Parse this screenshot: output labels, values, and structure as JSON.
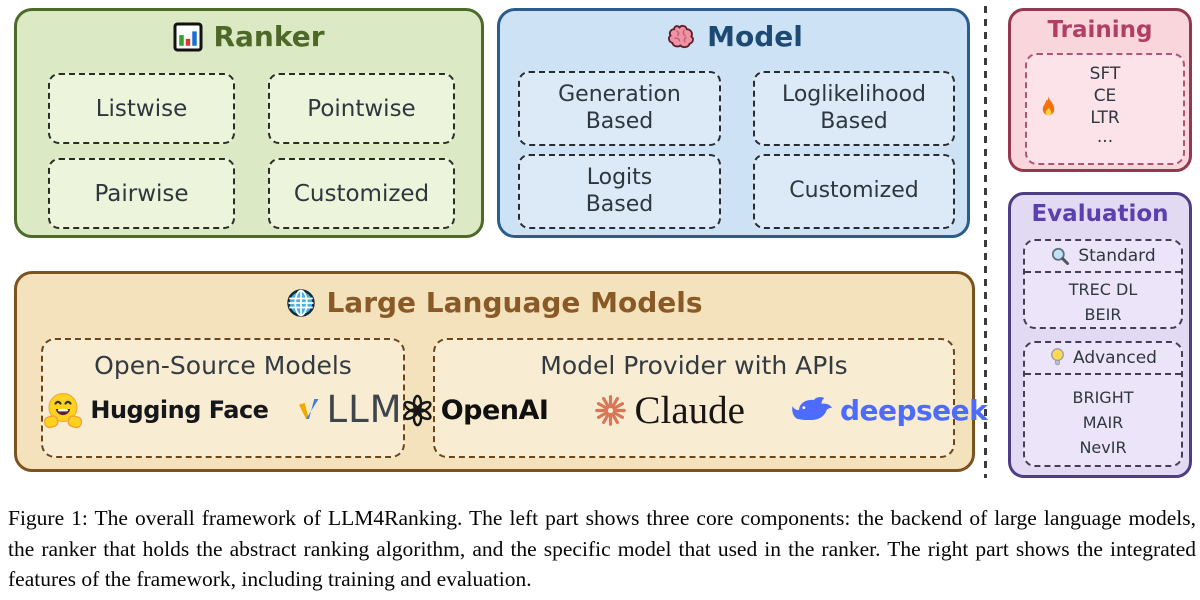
{
  "figure": {
    "ranker": {
      "title": "Ranker",
      "items": [
        "Listwise",
        "Pointwise",
        "Pairwise",
        "Customized"
      ]
    },
    "model": {
      "title": "Model",
      "items": [
        "Generation\nBased",
        "Loglikelihood\nBased",
        "Logits\nBased",
        "Customized"
      ]
    },
    "training": {
      "title": "Training",
      "items": [
        "SFT",
        "CE",
        "LTR",
        "..."
      ]
    },
    "evaluation": {
      "title": "Evaluation",
      "standard": {
        "label": "Standard",
        "items": [
          "TREC DL",
          "BEIR"
        ]
      },
      "advanced": {
        "label": "Advanced",
        "items": [
          "BRIGHT",
          "MAIR",
          "NevIR"
        ]
      }
    },
    "llm": {
      "title": "Large Language Models",
      "open_source": {
        "title": "Open-Source Models",
        "logos": [
          {
            "name": "Hugging Face",
            "text": "Hugging Face"
          },
          {
            "name": "vLLM",
            "text": "LLM"
          }
        ]
      },
      "providers": {
        "title": "Model Provider with APIs",
        "logos": [
          {
            "name": "OpenAI",
            "text": "OpenAI"
          },
          {
            "name": "Claude",
            "text": "Claude"
          },
          {
            "name": "deepseek",
            "text": "deepseek"
          }
        ]
      }
    }
  },
  "caption": "Figure 1: The overall framework of LLM4Ranking. The left part shows three core components: the backend of large language models, the ranker that holds the abstract ranking algorithm, and the specific model that used in the ranker. The right part shows the integrated features of the framework, including training and evaluation.",
  "colors": {
    "ranker_bg": "#dbe9c5",
    "ranker_border": "#4c6b28",
    "ranker_title": "#4d6827",
    "model_bg": "#cde2f4",
    "model_border": "#2b5c8e",
    "model_title": "#1d4a73",
    "training_bg": "#f8d6dc",
    "training_border": "#93384f",
    "training_title": "#b23e66",
    "evaluation_bg": "#e2daf3",
    "evaluation_border": "#4e3c86",
    "evaluation_title": "#5a3fae",
    "llm_bg": "#f4e2bd",
    "llm_border": "#7c521e",
    "llm_title": "#8a5a26",
    "deepseek_blue": "#4d6bfe",
    "claude_orange": "#d97757",
    "hf_yellow": "#ffd21e"
  }
}
